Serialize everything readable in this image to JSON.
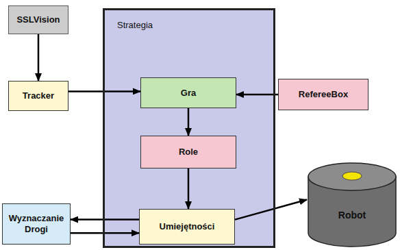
{
  "diagram": {
    "nodes": [
      {
        "text": [
          "SSLVision"
        ]
      },
      {
        "text": [
          "Strategia"
        ]
      },
      {
        "text": [
          "Tracker"
        ]
      },
      {
        "text": [
          "Gra"
        ],
        "in": 1
      },
      {
        "text": [
          "RefereeBox"
        ]
      },
      {
        "text": [
          "Role"
        ],
        "in": 1
      },
      {
        "text": [
          "Wyznaczanie Drogi"
        ]
      },
      {
        "text": [
          "Umiejętności"
        ],
        "in": 1
      },
      {
        "text": [
          "Robot"
        ]
      }
    ],
    "edges": [
      {
        "from": 0,
        "to": 2,
        "arrow": "to"
      },
      {
        "from": 2,
        "to": 3,
        "arrow": "to"
      },
      {
        "from": 4,
        "to": 3,
        "arrow": "to"
      },
      {
        "from": 3,
        "to": 5,
        "arrow": "to"
      },
      {
        "from": 5,
        "to": 7,
        "arrow": "to"
      },
      {
        "from": 7,
        "to": 6,
        "arrow": "to"
      },
      {
        "from": 6,
        "to": 7,
        "arrow": "to"
      },
      {
        "from": 7,
        "to": 8,
        "arrow": "to"
      }
    ]
  }
}
